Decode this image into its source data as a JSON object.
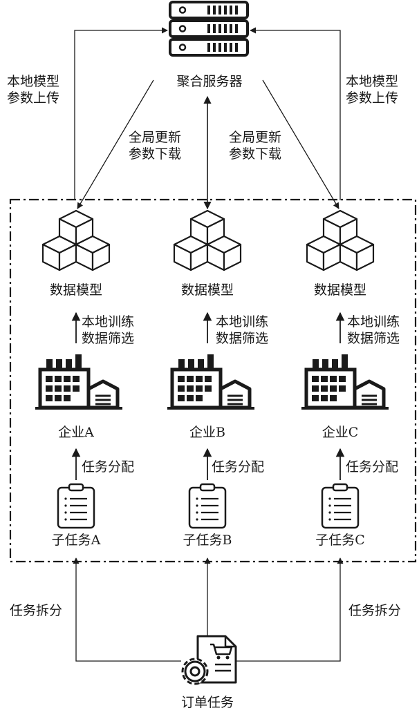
{
  "server": {
    "label": "聚合服务器",
    "icon": "server-icon"
  },
  "upload": {
    "line1": "本地模型",
    "line2": "参数上传"
  },
  "download": {
    "line1": "全局更新",
    "line2": "参数下载"
  },
  "enterprises": [
    {
      "model_label": "数据模型",
      "train_line1": "本地训练",
      "train_line2": "数据筛选",
      "name": "企业A",
      "assign_label": "任务分配",
      "subtask": "子任务A"
    },
    {
      "model_label": "数据模型",
      "train_line1": "本地训练",
      "train_line2": "数据筛选",
      "name": "企业B",
      "assign_label": "任务分配",
      "subtask": "子任务B"
    },
    {
      "model_label": "数据模型",
      "train_line1": "本地训练",
      "train_line2": "数据筛选",
      "name": "企业C",
      "assign_label": "任务分配",
      "subtask": "子任务C"
    }
  ],
  "split_label": "任务拆分",
  "order": {
    "label": "订单任务",
    "icon": "order-document-cart-gear-icon"
  },
  "icons": {
    "model": "cubes-icon",
    "factory": "factory-icon",
    "clipboard": "clipboard-icon"
  },
  "colors": {
    "stroke": "#1a1a1a",
    "background": "#ffffff"
  }
}
